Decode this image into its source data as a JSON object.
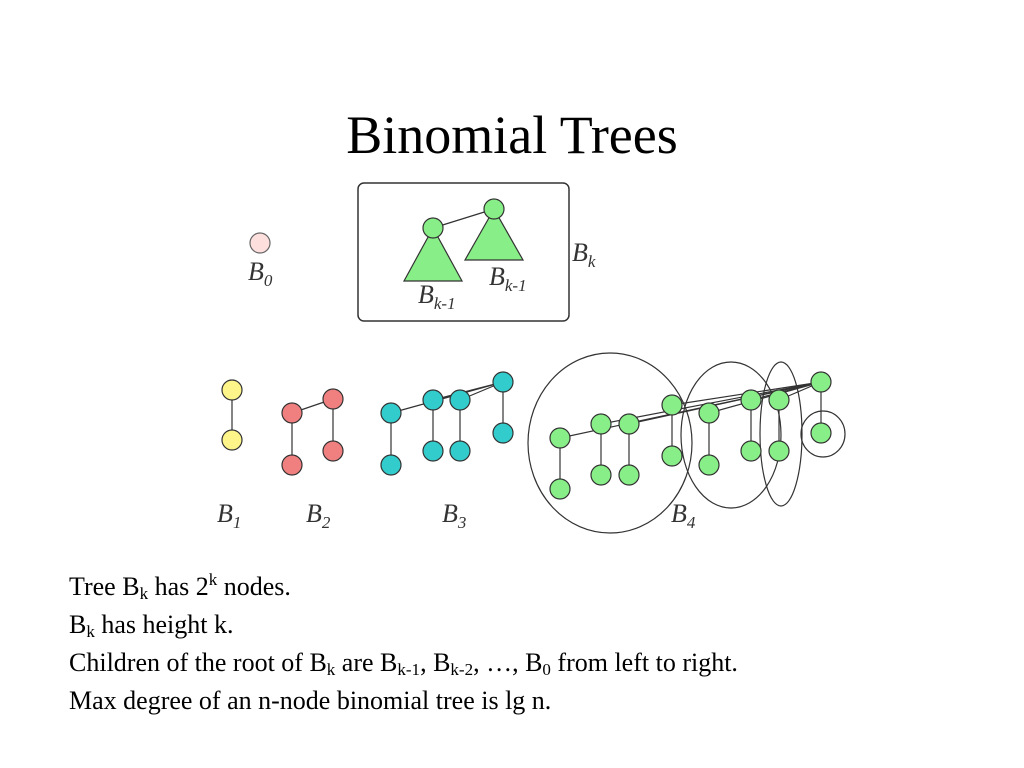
{
  "title": "Binomial Trees",
  "labels": {
    "b0": {
      "base": "B",
      "sub": "0"
    },
    "bk": {
      "base": "B",
      "sub": "k"
    },
    "bk1_left": {
      "base": "B",
      "sub": "k-1"
    },
    "bk1_right": {
      "base": "B",
      "sub": "k-1"
    },
    "b1": {
      "base": "B",
      "sub": "1"
    },
    "b2": {
      "base": "B",
      "sub": "2"
    },
    "b3": {
      "base": "B",
      "sub": "3"
    },
    "b4": {
      "base": "B",
      "sub": "4"
    }
  },
  "colors": {
    "b0": "#fde0de",
    "b1": "#fdf58a",
    "b2": "#f08080",
    "b3": "#33cccc",
    "b4": "#88ee88",
    "triangle": "#88ee88",
    "edge": "#333333"
  },
  "bullets": {
    "l1": {
      "a": "Tree B",
      "b": "k",
      "c": " has 2",
      "d": "k",
      "e": " nodes."
    },
    "l2": {
      "a": "B",
      "b": "k",
      "c": " has height k."
    },
    "l3": {
      "a": "Children of the root of B",
      "b": "k",
      "c": " are B",
      "d": "k-1",
      "e": ", B",
      "f": "k-2",
      "g": ", …, B",
      "h": "0",
      "i": " from left to right."
    },
    "l4": {
      "a": "Max degree of an n-node binomial tree is lg n."
    }
  }
}
